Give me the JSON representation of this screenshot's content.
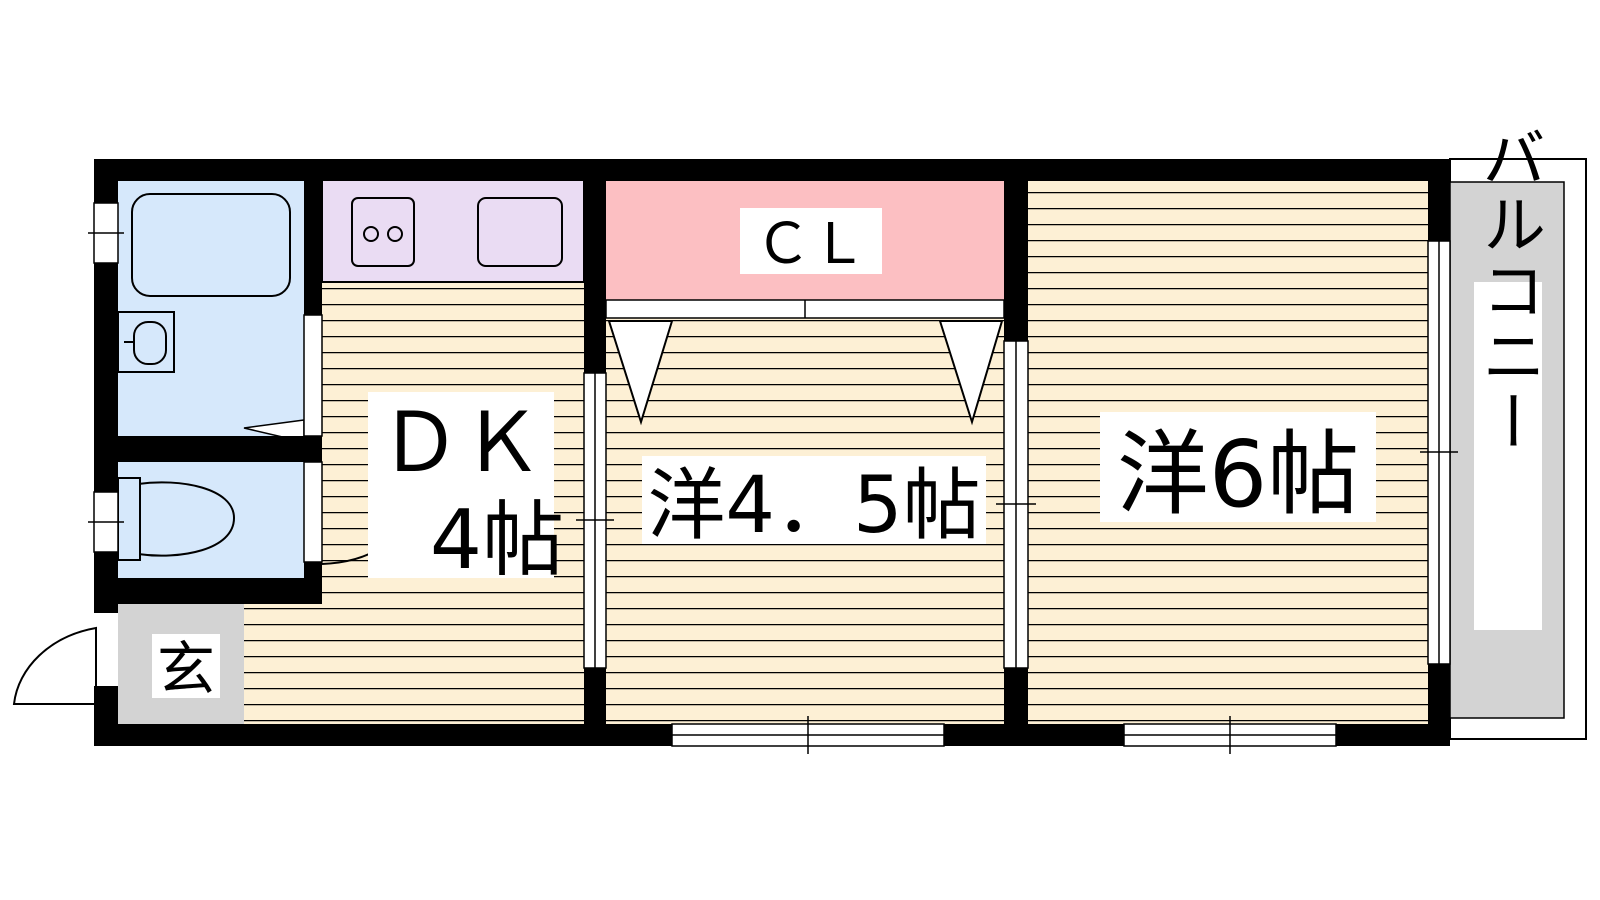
{
  "rooms": {
    "dk": {
      "label_line1": "ＤＫ",
      "label_line2": "4帖"
    },
    "western_small": {
      "label": "洋4．5帖"
    },
    "western_large": {
      "label": "洋6帖"
    },
    "closet": {
      "label": "ＣＬ"
    },
    "entrance": {
      "label": "玄"
    },
    "balcony": {
      "label": "バルコニー"
    }
  },
  "colors": {
    "wall": "#000000",
    "flooring": "#fdf0d5",
    "flooring_lines": "#000000",
    "wet_area": "#d6e8fb",
    "kitchen": "#eadcf3",
    "closet": "#fcbfc2",
    "entrance": "#d3d3d3",
    "balcony": "#d3d3d3"
  }
}
